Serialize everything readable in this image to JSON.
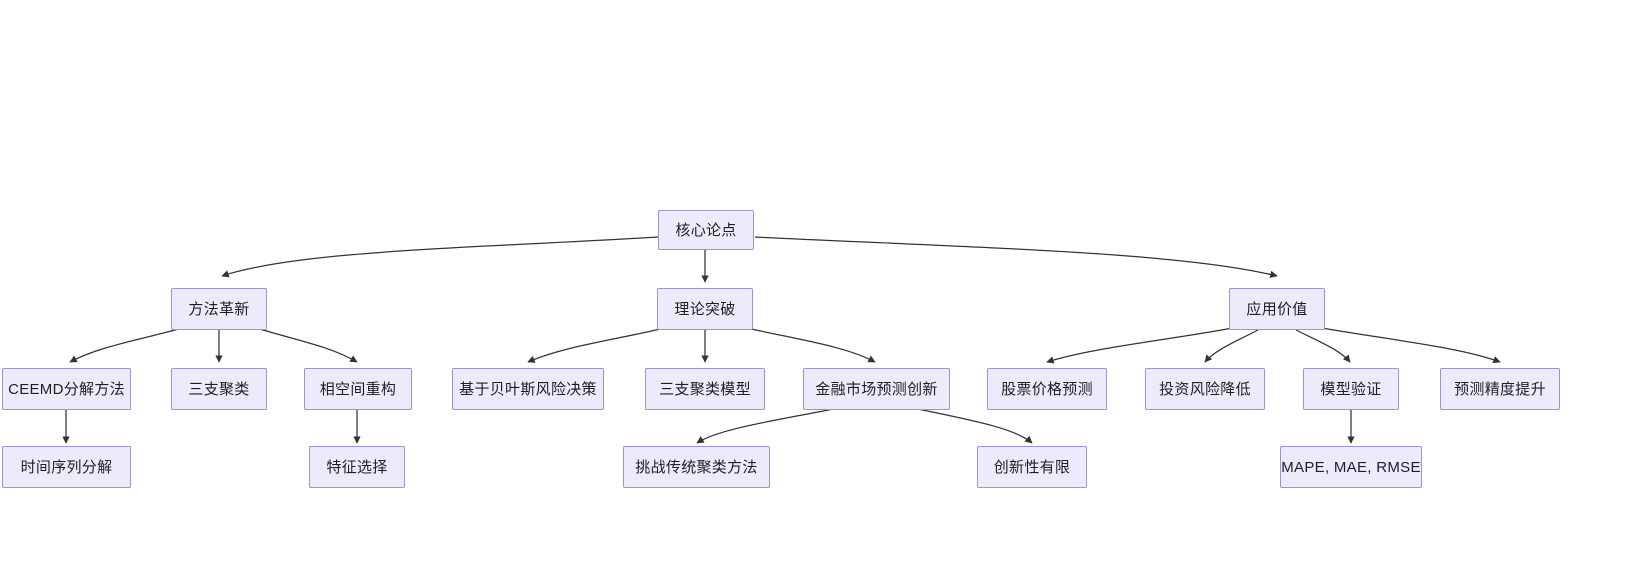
{
  "diagram": {
    "title": "核心论点",
    "type": "flowchart-tree",
    "colors": {
      "node_fill": "#ECEAFB",
      "node_border": "#9D93D9",
      "edge": "#333333",
      "text": "#1f1f22",
      "background": "#ffffff"
    },
    "nodes": {
      "root": {
        "label": "核心论点"
      },
      "branch1": {
        "label": "方法革新"
      },
      "branch2": {
        "label": "理论突破"
      },
      "branch3": {
        "label": "应用价值"
      },
      "n1": {
        "label": "CEEMD分解方法"
      },
      "n2": {
        "label": "三支聚类"
      },
      "n3": {
        "label": "相空间重构"
      },
      "n4": {
        "label": "基于贝叶斯风险决策"
      },
      "n5": {
        "label": "三支聚类模型"
      },
      "n6": {
        "label": "金融市场预测创新"
      },
      "n7": {
        "label": "股票价格预测"
      },
      "n8": {
        "label": "投资风险降低"
      },
      "n9": {
        "label": "模型验证"
      },
      "n10": {
        "label": "预测精度提升"
      },
      "l1": {
        "label": "时间序列分解"
      },
      "l2": {
        "label": "特征选择"
      },
      "l3": {
        "label": "挑战传统聚类方法"
      },
      "l4": {
        "label": "创新性有限"
      },
      "l5": {
        "label": "MAPE, MAE, RMSE"
      }
    },
    "edges": [
      {
        "from": "root",
        "to": "branch1"
      },
      {
        "from": "root",
        "to": "branch2"
      },
      {
        "from": "root",
        "to": "branch3"
      },
      {
        "from": "branch1",
        "to": "n1"
      },
      {
        "from": "branch1",
        "to": "n2"
      },
      {
        "from": "branch1",
        "to": "n3"
      },
      {
        "from": "branch2",
        "to": "n4"
      },
      {
        "from": "branch2",
        "to": "n5"
      },
      {
        "from": "branch2",
        "to": "n6"
      },
      {
        "from": "branch3",
        "to": "n7"
      },
      {
        "from": "branch3",
        "to": "n8"
      },
      {
        "from": "branch3",
        "to": "n9"
      },
      {
        "from": "branch3",
        "to": "n10"
      },
      {
        "from": "n1",
        "to": "l1"
      },
      {
        "from": "n3",
        "to": "l2"
      },
      {
        "from": "n6",
        "to": "l3"
      },
      {
        "from": "n6",
        "to": "l4"
      },
      {
        "from": "n9",
        "to": "l5"
      }
    ]
  }
}
